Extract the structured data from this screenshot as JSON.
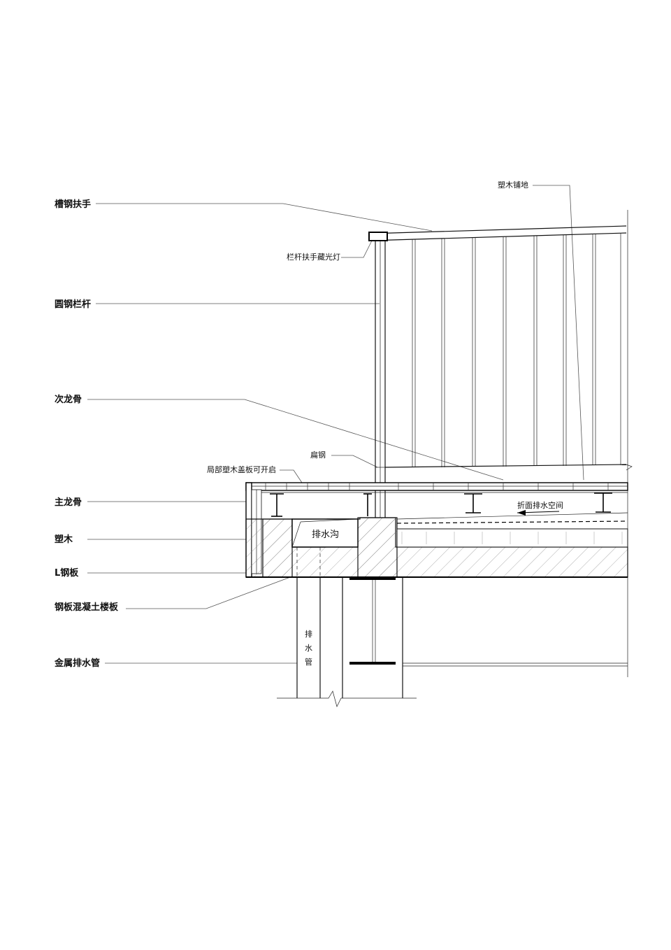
{
  "labels": {
    "channel_handrail": "槽钢扶手",
    "round_steel_baluster": "圆钢栏杆",
    "secondary_keel": "次龙骨",
    "main_keel": "主龙骨",
    "wpc": "塑木",
    "l_steel_plate": "L钢板",
    "steel_concrete_slab": "钢板混凝土楼板",
    "metal_drain_pipe": "金属排水管",
    "wpc_decking": "塑木铺地",
    "handrail_hidden_light": "栏杆扶手藏光灯",
    "flat_steel": "扁钢",
    "removable_wpc_cover": "局部塑木盖板可开启",
    "folded_drain_space": "折面排水空间",
    "drain_ditch": "排水沟",
    "drain_pipe_vertical": [
      "排",
      "水",
      "管"
    ]
  },
  "colors": {
    "line": "#111111",
    "leader": "#555555",
    "background": "#ffffff"
  }
}
